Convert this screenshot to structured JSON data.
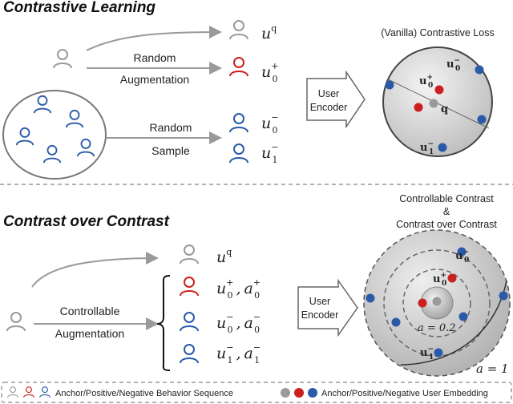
{
  "sections": {
    "top_title": "Contrastive Learning",
    "bottom_title": "Contrast over Contrast"
  },
  "top": {
    "random_aug_line1": "Random",
    "random_aug_line2": "Augmentation",
    "random_sample_line1": "Random",
    "random_sample_line2": "Sample",
    "encoder_line1": "User",
    "encoder_line2": "Encoder",
    "loss_title": "(Vanilla) Contrastive Loss",
    "labels": {
      "uq": "u",
      "uq_sup": "q",
      "u0p": "u",
      "u0p_sup": "+",
      "u0p_sub": "0",
      "u0n": "u",
      "u0n_sup": "−",
      "u0n_sub": "0",
      "u1n": "u",
      "u1n_sup": "−",
      "u1n_sub": "1"
    },
    "sphere_labels": {
      "u0n": "u",
      "u0n_sup": "−",
      "u0n_sub": "0",
      "u0p": "u",
      "u0p_sup": "+",
      "u0p_sub": "0",
      "q": "q",
      "u1n": "u",
      "u1n_sup": "−",
      "u1n_sub": "1"
    }
  },
  "bottom": {
    "controllable_line1": "Controllable",
    "controllable_line2": "Augmentation",
    "encoder_line1": "User",
    "encoder_line2": "Encoder",
    "contrast_title_line1": "Controllable Contrast",
    "contrast_title_line2": "&",
    "contrast_title_line3": "Contrast over Contrast",
    "labels": {
      "uq": "u",
      "uq_sup": "q",
      "u0p": "u",
      "u0p_sup": "+",
      "u0p_sub": "0",
      "a0p": "a",
      "a0p_sup": "+",
      "a0p_sub": "0",
      "u0n": "u",
      "u0n_sup": "−",
      "u0n_sub": "0",
      "a0n": "a",
      "a0n_sup": "−",
      "a0n_sub": "0",
      "u1n": "u",
      "u1n_sup": "−",
      "u1n_sub": "1",
      "a1n": "a",
      "a1n_sup": "−",
      "a1n_sub": "1"
    },
    "sphere_labels": {
      "u0n": "u",
      "u0n_sup": "−",
      "u0n_sub": "0",
      "u0p": "u",
      "u0p_sup": "+",
      "u0p_sub": "0",
      "u1n": "u",
      "u1n_sup": "−",
      "u1n_sub": "1",
      "a02": "a = 0.2",
      "a1": "a = 1"
    }
  },
  "legend": {
    "behavior": "Anchor/Positive/Negative Behavior Sequence",
    "embedding": "Anchor/Positive/Negative User Embedding"
  },
  "colors": {
    "anchor": "#9a9a9a",
    "positive": "#cc1f1f",
    "negative": "#2a5aa8",
    "arrow": "#9a9a9a"
  }
}
